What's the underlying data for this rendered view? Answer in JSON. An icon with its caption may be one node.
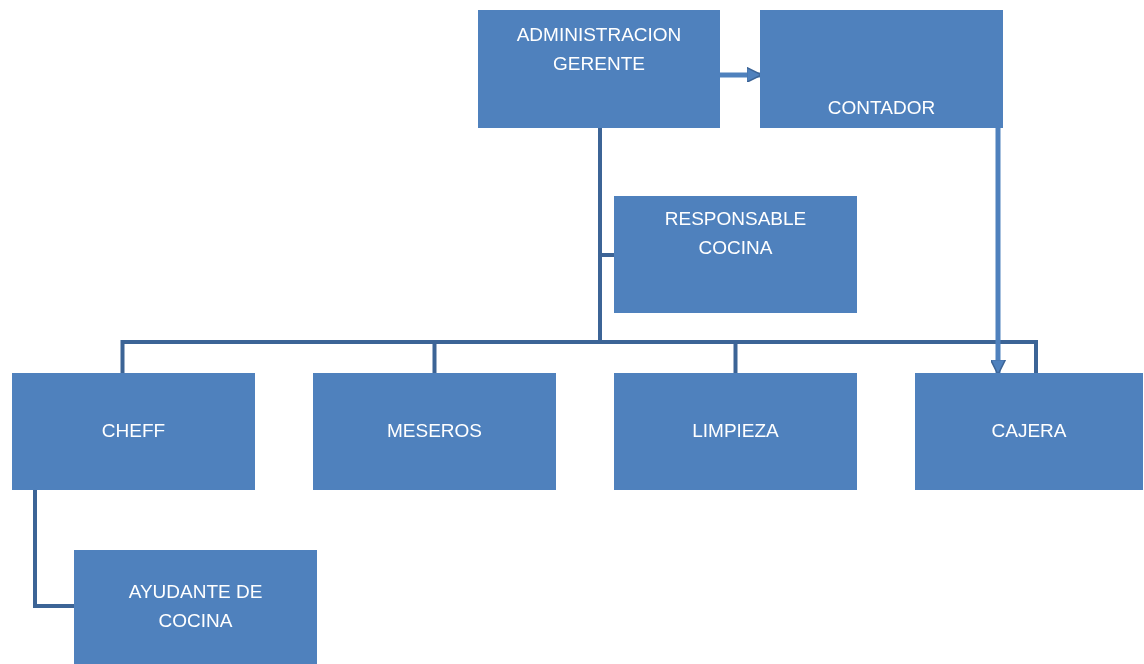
{
  "diagram": {
    "nodes": [
      {
        "text": [
          "ADMINISTRACION GERENTE"
        ]
      },
      {
        "text": [
          "CONTADOR"
        ]
      },
      {
        "text": [
          "RESPONSABLE COCINA"
        ]
      },
      {
        "text": [
          "CHEFF"
        ]
      },
      {
        "text": [
          "MESEROS"
        ]
      },
      {
        "text": [
          "LIMPIEZA"
        ]
      },
      {
        "text": [
          "CAJERA"
        ]
      },
      {
        "text": [
          "AYUDANTE DE COCINA"
        ]
      }
    ],
    "edges": [
      {
        "from": 0,
        "to": 1,
        "arrow": "to",
        "color": "#4f81bd"
      },
      {
        "from": 0,
        "to": 2,
        "arrow": "none"
      },
      {
        "from": 0,
        "to": 3,
        "arrow": "none"
      },
      {
        "from": 0,
        "to": 4,
        "arrow": "none"
      },
      {
        "from": 0,
        "to": 5,
        "arrow": "none"
      },
      {
        "from": 0,
        "to": 6,
        "arrow": "none"
      },
      {
        "from": 1,
        "to": 6,
        "arrow": "to",
        "color": "#4f81bd"
      },
      {
        "from": 3,
        "to": 7,
        "arrow": "none"
      }
    ]
  }
}
